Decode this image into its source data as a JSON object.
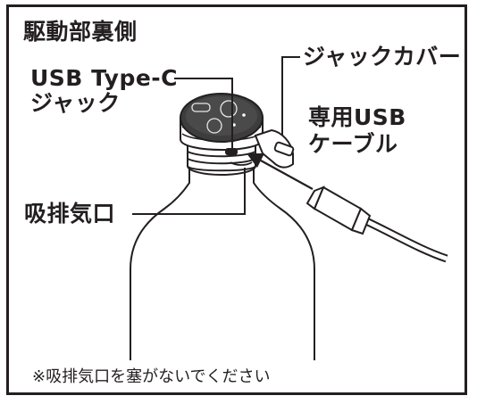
{
  "title": "駆動部裏側",
  "labels": {
    "usb_jack_line1": "USB Type-C",
    "usb_jack_line2": "ジャック",
    "jack_cover": "ジャックカバー",
    "cable_line1": "専用USB",
    "cable_line2": "ケーブル",
    "vent": "吸排気口"
  },
  "note": "※吸排気口を塞がないでください",
  "colors": {
    "outline": "#231f20",
    "cap_dark": "#3d3d3d",
    "background": "#ffffff"
  }
}
